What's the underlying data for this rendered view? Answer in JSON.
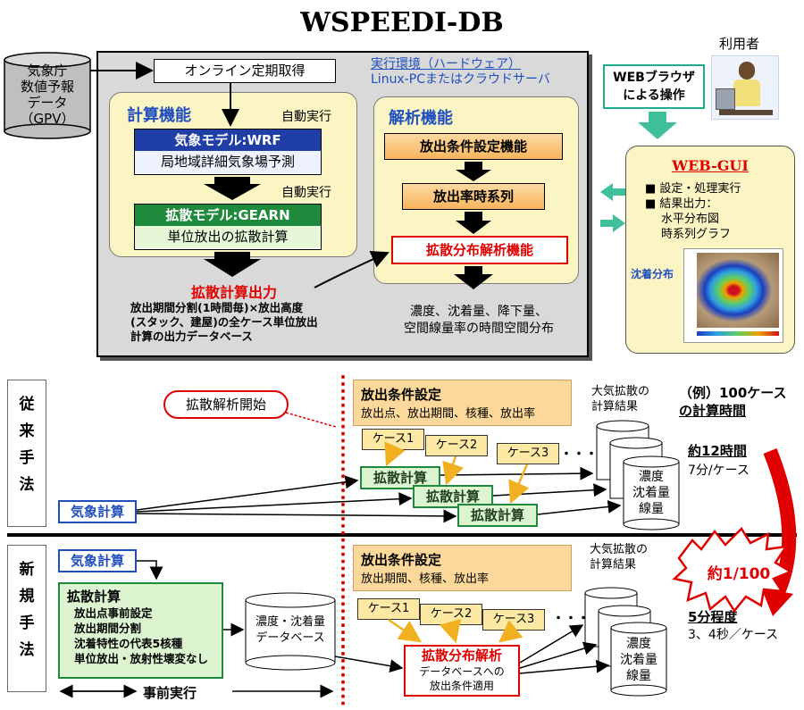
{
  "title": "WSPEEDI-DB",
  "gpv": {
    "line1": "気象庁",
    "line2": "数値予報",
    "line3": "データ",
    "line4": "（GPV）"
  },
  "user_label": "利用者",
  "online": "オンライン定期取得",
  "env": {
    "line1": "実行環境（ハードウェア）",
    "line2": "Linux-PCまたはクラウドサーバ"
  },
  "calc_func": {
    "title": "計算機能",
    "auto1": "自動実行",
    "auto2": "自動実行",
    "wrf_head": "気象モデル:WRF",
    "wrf_body": "局地域詳細気象場予測",
    "gearn_head": "拡散モデル:GEARN",
    "gearn_body": "単位放出の拡散計算"
  },
  "output_db": {
    "title": "拡散計算出力",
    "line1": "放出期間分割(1時間毎)×放出高度",
    "line2": "(スタック、建屋)の全ケース単位放出",
    "line3": "計算の出力データベース"
  },
  "analysis_func": {
    "title": "解析機能",
    "cond": "放出条件設定機能",
    "rate": "放出率時系列",
    "diff": "拡散分布解析機能",
    "result1": "濃度、沈着量、降下量、",
    "result2": "空間線量率の時間空間分布"
  },
  "browser": {
    "line1": "WEBブラウザ",
    "line2": "による操作"
  },
  "webgui": {
    "title": "WEB-GUI",
    "item1": "■ 設定・処理実行",
    "item2": "■ 結果出力：",
    "item3": "水平分布図",
    "item4": "時系列グラフ",
    "map_label": "沈着分布"
  },
  "conventional": {
    "side": [
      "従",
      "来",
      "手",
      "法"
    ],
    "start_callout": "拡散解析開始",
    "cond_title": "放出条件設定",
    "cond_body": "放出点、放出期間、核種、放出率",
    "results1": "大気拡散の",
    "results2": "計算結果",
    "cases": [
      "ケース1",
      "ケース2",
      "ケース3"
    ],
    "dots": "・・・",
    "calc_labels": [
      "拡散計算",
      "拡散計算",
      "拡散計算"
    ],
    "weather": "気象計算",
    "db1": "濃度",
    "db2": "沈着量",
    "db3": "線量",
    "example1": "（例）100ケース",
    "example2": "の計算時間",
    "time1": "約12時間",
    "time2": "7分/ケース"
  },
  "reduction": "約1/100",
  "newmethod": {
    "side": [
      "新",
      "規",
      "手",
      "法"
    ],
    "weather": "気象計算",
    "calc_title": "拡散計算",
    "calc_items": [
      "放出点事前設定",
      "放出期間分割",
      "沈着特性の代表5核種",
      "単位放出・放射性壊変なし"
    ],
    "db_line1": "濃度・沈着量",
    "db_line2": "データベース",
    "cond_title": "放出条件設定",
    "cond_body": "放出期間、核種、放出率",
    "results1": "大気拡散の",
    "results2": "計算結果",
    "cases": [
      "ケース1",
      "ケース2",
      "ケース3"
    ],
    "dots": "・・・",
    "analysis_title": "拡散分布解析",
    "analysis_body1": "データベースへの",
    "analysis_body2": "放出条件適用",
    "db1": "濃度",
    "db2": "沈着量",
    "db3": "線量",
    "time1": "5分程度",
    "time2": "3、4秒／ケース",
    "pre": "事前実行"
  }
}
